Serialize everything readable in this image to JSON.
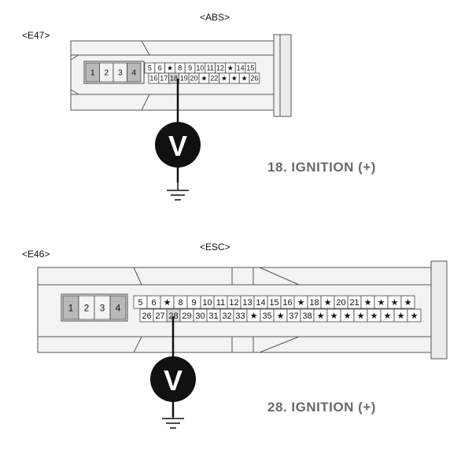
{
  "abs": {
    "connector_id": "<E47>",
    "module": "<ABS>",
    "big_pins": [
      "1",
      "2",
      "3",
      "4"
    ],
    "row1": [
      "5",
      "6",
      "★",
      "8",
      "9",
      "10",
      "11",
      "12",
      "★",
      "14",
      "15"
    ],
    "row2": [
      "16",
      "17",
      "18",
      "19",
      "20",
      "★",
      "22",
      "★",
      "★",
      "★",
      "26"
    ],
    "probe_pin": "18",
    "meter_symbol": "V",
    "caption": "18. IGNITION (+)"
  },
  "esc": {
    "connector_id": "<E46>",
    "module": "<ESC>",
    "big_pins": [
      "1",
      "2",
      "3",
      "4"
    ],
    "row1": [
      "5",
      "6",
      "★",
      "8",
      "9",
      "10",
      "11",
      "12",
      "13",
      "14",
      "15",
      "16",
      "★",
      "18",
      "★",
      "20",
      "21",
      "★",
      "★",
      "★",
      "★"
    ],
    "row2": [
      "26",
      "27",
      "28",
      "29",
      "30",
      "31",
      "32",
      "33",
      "★",
      "35",
      "★",
      "37",
      "38",
      "★",
      "★",
      "★",
      "★",
      "★",
      "★",
      "★",
      "★"
    ],
    "probe_pin": "28",
    "meter_symbol": "V",
    "caption": "28. IGNITION (+)"
  }
}
